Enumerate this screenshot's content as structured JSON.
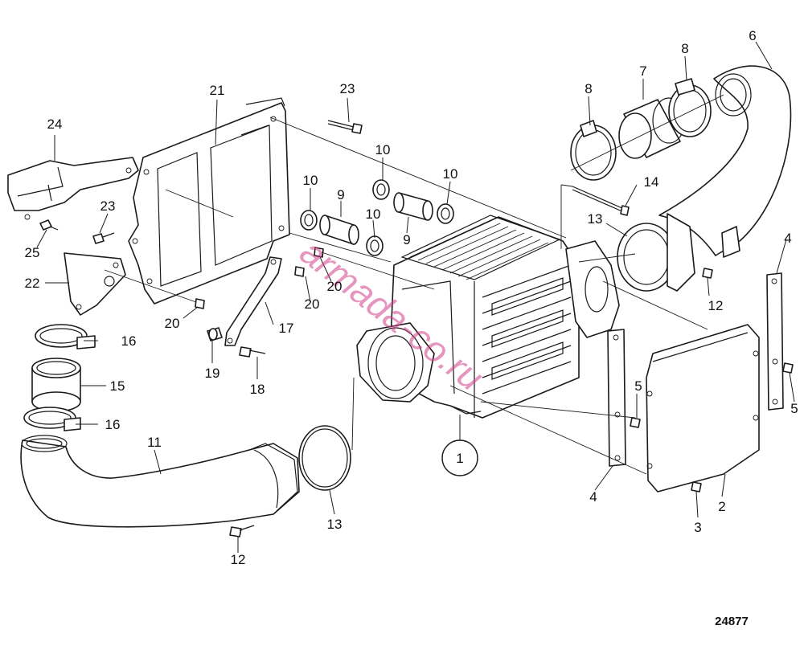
{
  "diagram": {
    "reference_number": "24877",
    "watermark": "armada-co.ru",
    "callouts": [
      {
        "id": "c1",
        "text": "1"
      },
      {
        "id": "c2",
        "text": "2"
      },
      {
        "id": "c3",
        "text": "3"
      },
      {
        "id": "c4a",
        "text": "4"
      },
      {
        "id": "c4b",
        "text": "4"
      },
      {
        "id": "c5a",
        "text": "5"
      },
      {
        "id": "c5b",
        "text": "5"
      },
      {
        "id": "c6",
        "text": "6"
      },
      {
        "id": "c7",
        "text": "7"
      },
      {
        "id": "c8a",
        "text": "8"
      },
      {
        "id": "c8b",
        "text": "8"
      },
      {
        "id": "c9a",
        "text": "9"
      },
      {
        "id": "c9b",
        "text": "9"
      },
      {
        "id": "c10a",
        "text": "10"
      },
      {
        "id": "c10b",
        "text": "10"
      },
      {
        "id": "c10c",
        "text": "10"
      },
      {
        "id": "c10d",
        "text": "10"
      },
      {
        "id": "c11",
        "text": "11"
      },
      {
        "id": "c12a",
        "text": "12"
      },
      {
        "id": "c12b",
        "text": "12"
      },
      {
        "id": "c13a",
        "text": "13"
      },
      {
        "id": "c13b",
        "text": "13"
      },
      {
        "id": "c14",
        "text": "14"
      },
      {
        "id": "c15",
        "text": "15"
      },
      {
        "id": "c16a",
        "text": "16"
      },
      {
        "id": "c16b",
        "text": "16"
      },
      {
        "id": "c17",
        "text": "17"
      },
      {
        "id": "c18",
        "text": "18"
      },
      {
        "id": "c19",
        "text": "19"
      },
      {
        "id": "c20a",
        "text": "20"
      },
      {
        "id": "c20b",
        "text": "20"
      },
      {
        "id": "c20c",
        "text": "20"
      },
      {
        "id": "c21",
        "text": "21"
      },
      {
        "id": "c22",
        "text": "22"
      },
      {
        "id": "c23a",
        "text": "23"
      },
      {
        "id": "c23b",
        "text": "23"
      },
      {
        "id": "c24",
        "text": "24"
      },
      {
        "id": "c25",
        "text": "25"
      }
    ]
  }
}
